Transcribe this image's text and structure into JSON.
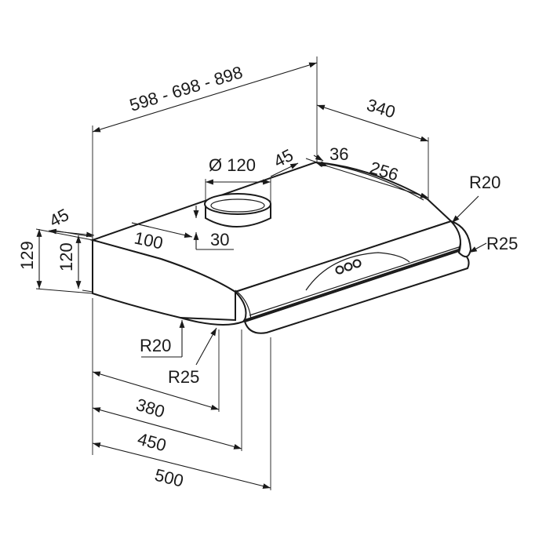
{
  "dimensions": {
    "width_range": "598 - 698 - 898",
    "depth_top": "340",
    "duct_diameter": "Ø 120",
    "offset_45_top": "45",
    "offset_36": "36",
    "offset_256": "256",
    "radius_r20_right": "R20",
    "radius_r25_right": "R25",
    "offset_45_left": "45",
    "height_129": "129",
    "height_120": "120",
    "offset_100": "100",
    "offset_30": "30",
    "radius_r20_bottom": "R20",
    "radius_r25_bottom": "R25",
    "depth_380": "380",
    "depth_450": "450",
    "depth_500": "500"
  }
}
